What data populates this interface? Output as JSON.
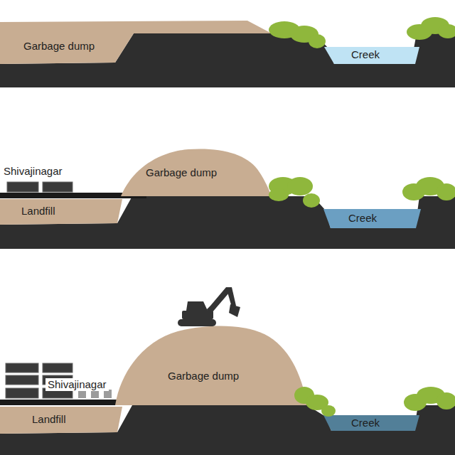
{
  "diagram": {
    "labels": [
      "Garbage dump",
      "Creek",
      "Shivajinagar",
      "Garbage dump",
      "Landfill",
      "Creek",
      "Shivajinagar",
      "Garbage dump",
      "Landfill",
      "Creek"
    ]
  }
}
